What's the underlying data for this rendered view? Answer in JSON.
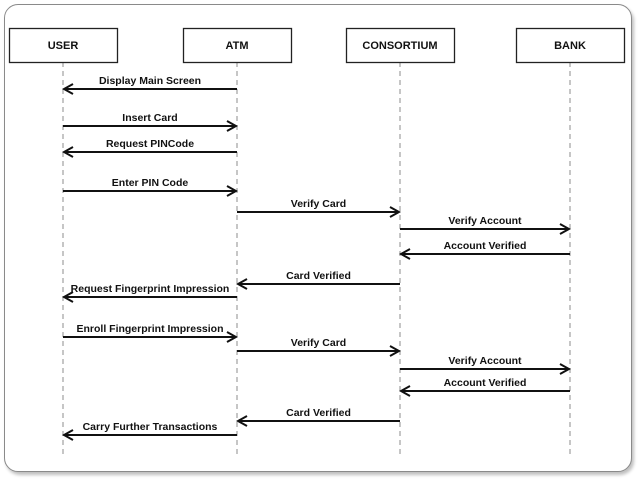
{
  "participants": [
    {
      "id": "user",
      "name": "USER"
    },
    {
      "id": "atm",
      "name": "ATM"
    },
    {
      "id": "consortium",
      "name": "CONSORTIUM"
    },
    {
      "id": "bank",
      "name": "BANK"
    }
  ],
  "messages": [
    {
      "from": "atm",
      "to": "user",
      "label": "Display Main Screen"
    },
    {
      "from": "user",
      "to": "atm",
      "label": "Insert Card"
    },
    {
      "from": "atm",
      "to": "user",
      "label": "Request PINCode"
    },
    {
      "from": "user",
      "to": "atm",
      "label": "Enter PIN Code"
    },
    {
      "from": "atm",
      "to": "consortium",
      "label": "Verify Card"
    },
    {
      "from": "consortium",
      "to": "bank",
      "label": "Verify Account"
    },
    {
      "from": "bank",
      "to": "consortium",
      "label": "Account Verified"
    },
    {
      "from": "consortium",
      "to": "atm",
      "label": "Card Verified"
    },
    {
      "from": "atm",
      "to": "user",
      "label": "Request Fingerprint Impression"
    },
    {
      "from": "user",
      "to": "atm",
      "label": "Enroll Fingerprint Impression"
    },
    {
      "from": "atm",
      "to": "consortium",
      "label": "Verify Card"
    },
    {
      "from": "consortium",
      "to": "bank",
      "label": "Verify Account"
    },
    {
      "from": "bank",
      "to": "consortium",
      "label": "Account Verified"
    },
    {
      "from": "consortium",
      "to": "atm",
      "label": "Card Verified"
    },
    {
      "from": "atm",
      "to": "user",
      "label": "Carry Further Transactions"
    }
  ]
}
